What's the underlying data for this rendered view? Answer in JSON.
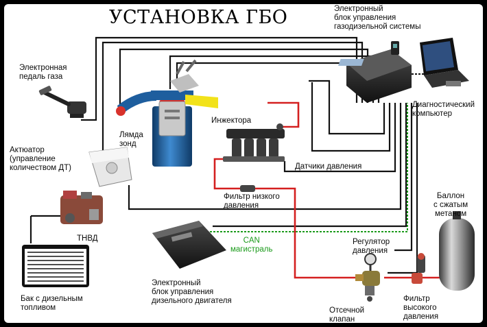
{
  "title": "УСТАНОВКА ГБО",
  "labels": {
    "ecu_gas_diesel": "Электронный\nблок управления\nгазодизельной системы",
    "gas_pedal": "Электронная\nпедаль газа",
    "diag_computer": "Диагностический\nкомпьютер",
    "lambda": "Лямда\nзонд",
    "injector": "Инжектора",
    "actuator": "Актюатор\n(управление\nколичеством ДТ)",
    "pressure_sensors": "Датчики давления",
    "low_filter": "Фильтр низкого\nдавления",
    "cylinder": "Баллон\nс сжатым\nметаном",
    "tnvd": "ТНВД",
    "can_bus": "CAN\nмагистраль",
    "regulator": "Регулятор\nдавления",
    "diesel_tank": "Бак с дизельным\nтопливом",
    "ecu_diesel": "Электронный\nблок управления\nдизельного двигателя",
    "cutoff_valve": "Отсечной\nклапан",
    "high_filter": "Фильтр\nвысокого\nдавления"
  },
  "colors": {
    "wire": "#111111",
    "gas_line": "#d41f1f",
    "can_line": "#1a9a1a",
    "engine_blue": "#1e5e9e",
    "engine_red": "#d8322c",
    "engine_yellow": "#f2e21a"
  }
}
